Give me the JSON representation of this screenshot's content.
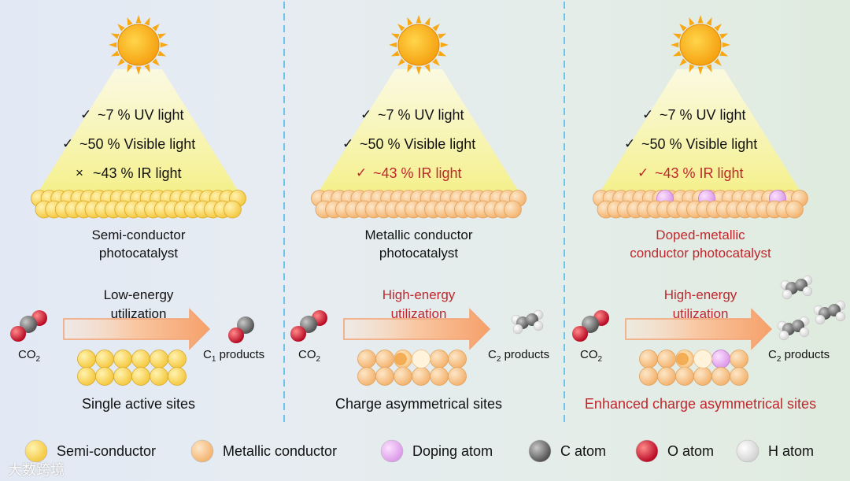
{
  "panels": [
    {
      "light": [
        {
          "mark": "✓",
          "text": "~7 % UV light",
          "red": false
        },
        {
          "mark": "✓",
          "text": "~50 % Visible light",
          "red": false
        },
        {
          "mark": "×",
          "text": "~43 % IR light",
          "red": false
        }
      ],
      "catalyst_label": [
        "Semi-conductor",
        "photocatalyst"
      ],
      "catalyst_red": false,
      "utilization": [
        "Low-energy",
        "utilization"
      ],
      "utilization_red": false,
      "reactant": "CO",
      "reactant_sub": "2",
      "product": "C",
      "product_sub": "1",
      "product_suffix": " products",
      "sites": "Single active sites",
      "sites_red": false,
      "material_color": "#f7d154",
      "material_edge": "#d8a92a"
    },
    {
      "light": [
        {
          "mark": "✓",
          "text": "~7 % UV light",
          "red": false
        },
        {
          "mark": "✓",
          "text": "~50 % Visible light",
          "red": false
        },
        {
          "mark": "✓",
          "text": "~43 % IR light",
          "red": true
        }
      ],
      "catalyst_label": [
        "Metallic conductor",
        "photocatalyst"
      ],
      "catalyst_red": false,
      "utilization": [
        "High-energy",
        "utilization"
      ],
      "utilization_red": true,
      "reactant": "CO",
      "reactant_sub": "2",
      "product": "C",
      "product_sub": "2",
      "product_suffix": " products",
      "sites": "Charge asymmetrical sites",
      "sites_red": false,
      "material_color": "#f8c486",
      "material_edge": "#dfa15c"
    },
    {
      "light": [
        {
          "mark": "✓",
          "text": "~7 % UV light",
          "red": false
        },
        {
          "mark": "✓",
          "text": "~50 % Visible light",
          "red": false
        },
        {
          "mark": "✓",
          "text": "~43 % IR light",
          "red": true
        }
      ],
      "catalyst_label": [
        "Doped-metallic",
        "conductor photocatalyst"
      ],
      "catalyst_red": true,
      "utilization": [
        "High-energy",
        "utilization"
      ],
      "utilization_red": true,
      "reactant": "CO",
      "reactant_sub": "2",
      "product": "C",
      "product_sub": "2",
      "product_suffix": " products",
      "sites": "Enhanced charge asymmetrical sites",
      "sites_red": true,
      "material_color": "#f8c486",
      "material_edge": "#dfa15c"
    }
  ],
  "legend": [
    {
      "label": "Semi-conductor",
      "color": "#f7d154"
    },
    {
      "label": "Metallic conductor",
      "color": "#f8c486"
    },
    {
      "label": "Doping atom",
      "color": "#e6a7ef"
    },
    {
      "label": "C atom",
      "color": "#6e6e6e"
    },
    {
      "label": "O atom",
      "color": "#d4102a"
    },
    {
      "label": "H atom",
      "color": "#f0f0f0"
    }
  ],
  "watermark": "大数跨境",
  "colors": {
    "red_text": "#c0272d",
    "divider": "#6cc6ea",
    "sun": "#f9b21a",
    "arrow": "#f8a774"
  }
}
